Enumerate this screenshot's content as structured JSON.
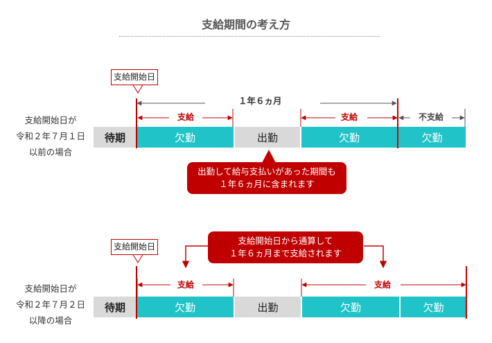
{
  "title": "支給期間の考え方",
  "colors": {
    "accent_red": "#c00000",
    "absence_teal": "#20c3c8",
    "gray_block": "#d9d9d9"
  },
  "case1": {
    "label_lines": [
      "支給開始日が",
      "令和２年７月１日",
      "以前の場合"
    ],
    "start_marker": "支給開始日",
    "period_label": "１年６ヵ月",
    "span_labels": [
      "支給",
      "支給",
      "不支給"
    ],
    "segments": [
      "待期",
      "欠勤",
      "出勤",
      "欠勤",
      "欠勤"
    ],
    "callout_lines": [
      "出勤して給与支払いがあった期間も",
      "１年６ヵ月に含まれます"
    ]
  },
  "case2": {
    "label_lines": [
      "支給開始日が",
      "令和２年７月２日",
      "以降の場合"
    ],
    "start_marker": "支給開始日",
    "span_labels": [
      "支給",
      "支給"
    ],
    "segments": [
      "待期",
      "欠勤",
      "出勤",
      "欠勤",
      "欠勤"
    ],
    "callout_lines": [
      "支給開始日から通算して",
      "１年６ヵ月まで支給されます"
    ]
  }
}
